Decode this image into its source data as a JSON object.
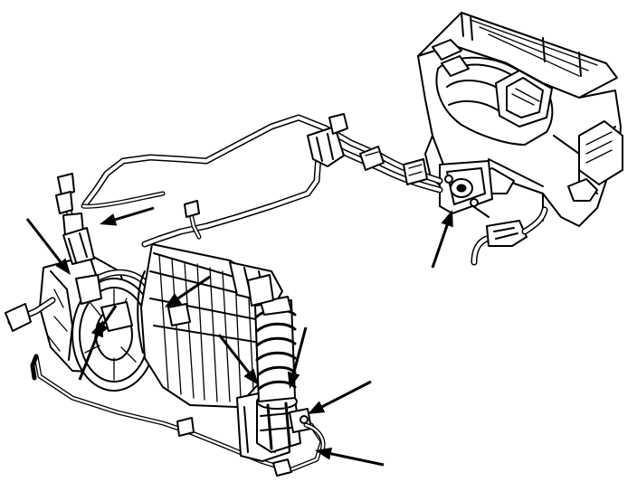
{
  "diagram": {
    "line_color": "#000000",
    "background_color": "#ffffff"
  },
  "callout_arrows": [
    {
      "id": "arrow-1"
    },
    {
      "id": "arrow-2"
    },
    {
      "id": "arrow-3"
    },
    {
      "id": "arrow-4"
    },
    {
      "id": "arrow-5"
    },
    {
      "id": "arrow-6"
    },
    {
      "id": "arrow-7"
    },
    {
      "id": "arrow-8"
    },
    {
      "id": "arrow-9"
    },
    {
      "id": "arrow-10"
    }
  ]
}
